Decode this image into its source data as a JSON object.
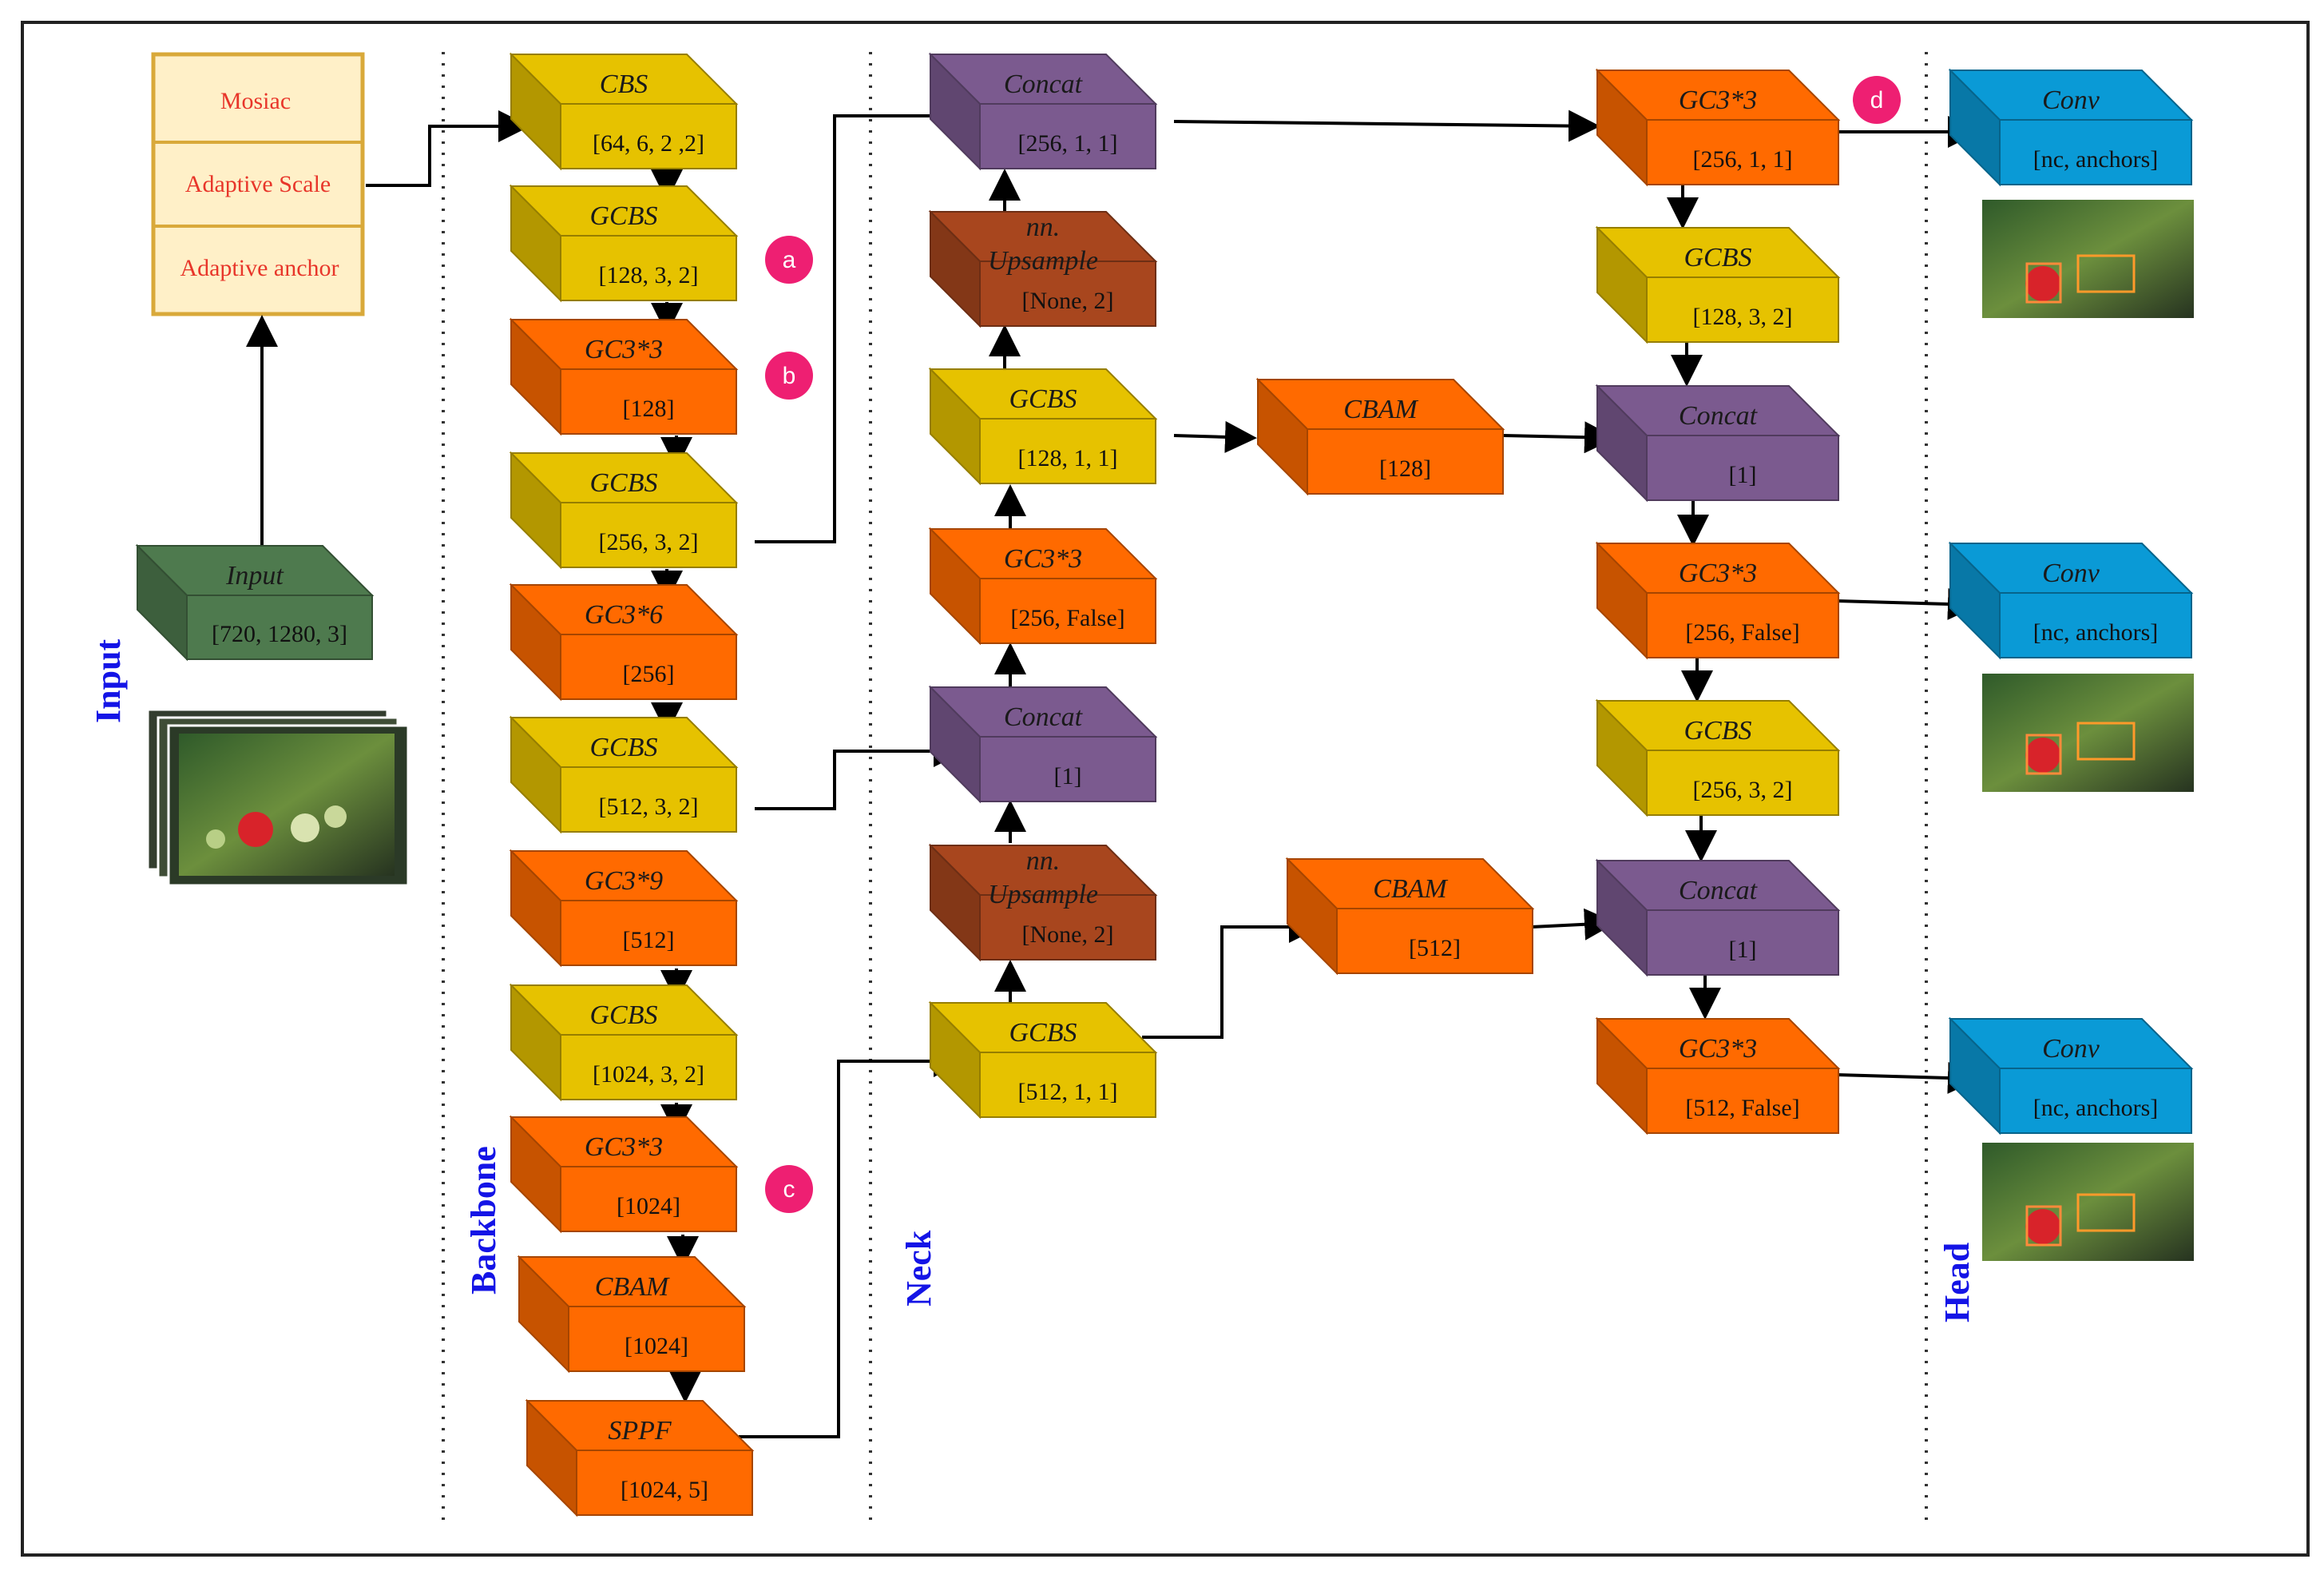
{
  "colors": {
    "yellow": "#e6c200",
    "orange": "#ff6a00",
    "purple": "#7b5a8f",
    "brown": "#a8461e",
    "green": "#4e7a4e",
    "blue": "#0a9ad6",
    "marker": "#ee1f72",
    "aug_fill": "#fff0c8",
    "aug_border": "#d9a93a"
  },
  "stages": {
    "input": "Input",
    "backbone": "Backbone",
    "neck": "Neck",
    "head": "Head"
  },
  "augment": {
    "mosaic": "Mosiac",
    "adaptive_scale": "Adaptive Scale",
    "adaptive_anchor": "Adaptive anchor"
  },
  "input_block": {
    "title": "Input",
    "param": "[720, 1280, 3]"
  },
  "backbone": [
    {
      "title": "CBS",
      "param": "[64, 6, 2 ,2]"
    },
    {
      "title": "GCBS",
      "param": "[128, 3, 2]"
    },
    {
      "title": "GC3*3",
      "param": "[128]"
    },
    {
      "title": "GCBS",
      "param": "[256, 3, 2]"
    },
    {
      "title": "GC3*6",
      "param": "[256]"
    },
    {
      "title": "GCBS",
      "param": "[512, 3, 2]"
    },
    {
      "title": "GC3*9",
      "param": "[512]"
    },
    {
      "title": "GCBS",
      "param": "[1024, 3, 2]"
    },
    {
      "title": "GC3*3",
      "param": "[1024]"
    },
    {
      "title": "CBAM",
      "param": "[1024]"
    },
    {
      "title": "SPPF",
      "param": "[1024, 5]"
    }
  ],
  "neck": [
    {
      "title": "Concat",
      "param": "[256, 1, 1]"
    },
    {
      "title": "nn.",
      "title2": "Upsample",
      "param": "[None, 2]"
    },
    {
      "title": "GCBS",
      "param": "[128, 1, 1]"
    },
    {
      "title": "GC3*3",
      "param": "[256, False]"
    },
    {
      "title": "Concat",
      "param": "[1]"
    },
    {
      "title": "nn.",
      "title2": "Upsample",
      "param": "[None, 2]"
    },
    {
      "title": "GCBS",
      "param": "[512, 1, 1]"
    }
  ],
  "cbam_mid": [
    {
      "title": "CBAM",
      "param": "[128]"
    },
    {
      "title": "CBAM",
      "param": "[512]"
    }
  ],
  "head_col": [
    {
      "title": "GC3*3",
      "param": "[256, 1, 1]"
    },
    {
      "title": "GCBS",
      "param": "[128, 3, 2]"
    },
    {
      "title": "Concat",
      "param": "[1]"
    },
    {
      "title": "GC3*3",
      "param": "[256, False]"
    },
    {
      "title": "GCBS",
      "param": "[256, 3, 2]"
    },
    {
      "title": "Concat",
      "param": "[1]"
    },
    {
      "title": "GC3*3",
      "param": "[512, False]"
    }
  ],
  "conv": [
    {
      "title": "Conv",
      "param": "[nc, anchors]"
    },
    {
      "title": "Conv",
      "param": "[nc, anchors]"
    },
    {
      "title": "Conv",
      "param": "[nc, anchors]"
    }
  ],
  "markers": [
    "a",
    "b",
    "c",
    "d"
  ]
}
